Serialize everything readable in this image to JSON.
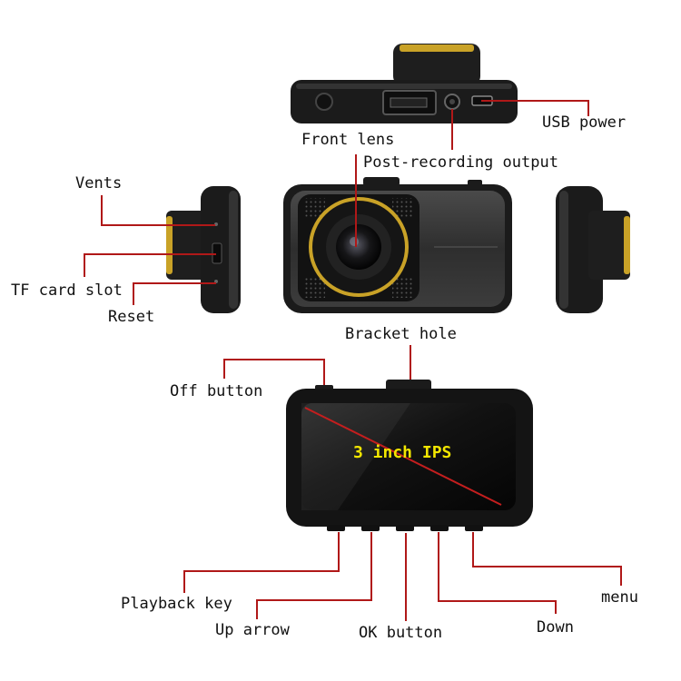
{
  "labels": {
    "usb_power": "USB power",
    "front_lens": "Front lens",
    "post_recording_output": "Post-recording output",
    "vents": "Vents",
    "tf_card_slot": "TF card slot",
    "reset": "Reset",
    "bracket_hole": "Bracket hole",
    "off_button": "Off button",
    "screen_text": "3 inch IPS",
    "playback_key": "Playback key",
    "up_arrow": "Up arrow",
    "ok_button": "OK button",
    "down": "Down",
    "menu": "menu"
  },
  "colors": {
    "leader_line": "#b01818",
    "lens_gold": "#c9a227",
    "screen_text": "#f2e600",
    "device_body": "#1b1b1b"
  }
}
